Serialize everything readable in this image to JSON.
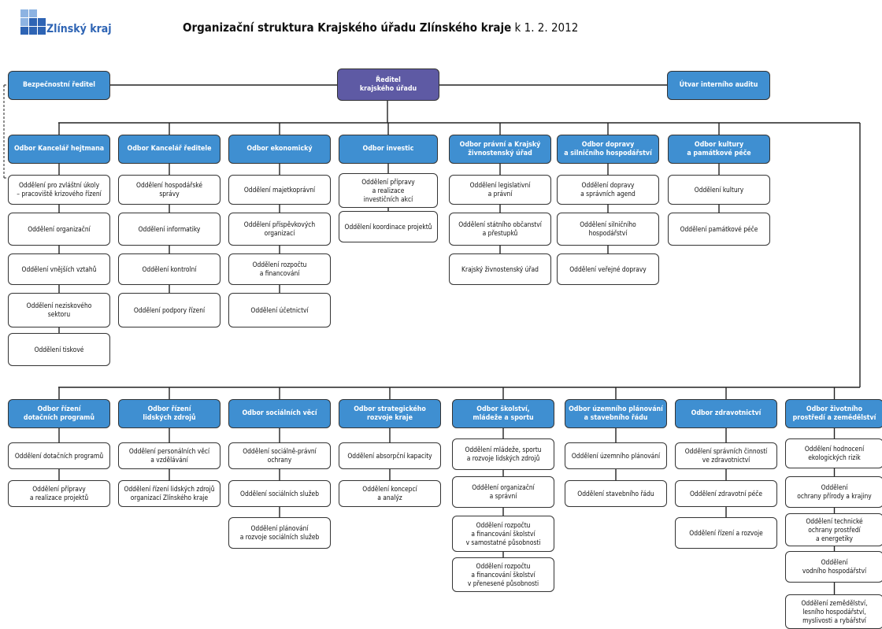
{
  "header": {
    "logo_text": "Zlínský kraj",
    "title_bold": "Organizační struktura Krajského úřadu Zlínského kraje",
    "title_rest": " k 1. 2. 2012"
  },
  "colors": {
    "director": "#5e5aa4",
    "department_header": "#3f8fd1",
    "logo_blue": "#2e64b4",
    "logo_light": "#8db3e2",
    "line": "#222222"
  },
  "top": {
    "director": "Ředitel\nkrajského úřadu",
    "security_director": "Bezpečnostní ředitel",
    "internal_audit": "Útvar interního auditu"
  },
  "row1": [
    {
      "name": "Odbor Kancelář hejtmana",
      "units": [
        "Oddělení pro zvláštní úkoly\n– pracoviště krizového řízení",
        "Oddělení organizační",
        "Oddělení vnějších vztahů",
        "Oddělení neziskového\nsektoru",
        "Oddělení tiskové"
      ]
    },
    {
      "name": "Odbor Kancelář ředitele",
      "units": [
        "Oddělení hospodářské\nsprávy",
        "Oddělení informatiky",
        "Oddělení kontrolní",
        "Oddělení podpory řízení"
      ]
    },
    {
      "name": "Odbor ekonomický",
      "units": [
        "Oddělení majetkoprávní",
        "Oddělení příspěvkových\norganizací",
        "Oddělení rozpočtu\na financování",
        "Oddělení účetnictví"
      ]
    },
    {
      "name": "Odbor investic",
      "units": [
        "Oddělení přípravy\na realizace\ninvestičních akcí",
        "Oddělení koordinace projektů"
      ]
    },
    {
      "name": "Odbor právní a Krajský\nživnostenský úřad",
      "units": [
        "Oddělení legislativní\na právní",
        "Oddělení státního občanství\na přestupků",
        "Krajský živnostenský úřad"
      ]
    },
    {
      "name": "Odbor dopravy\na silničního hospodářství",
      "units": [
        "Oddělení dopravy\na správních agend",
        "Oddělení silničního\nhospodářství",
        "Oddělení veřejné dopravy"
      ]
    },
    {
      "name": "Odbor kultury\na památkové péče",
      "units": [
        "Oddělení kultury",
        "Oddělení památkové péče"
      ]
    }
  ],
  "row2": [
    {
      "name": "Odbor řízení\ndotačních programů",
      "units": [
        "Oddělení dotačních programů",
        "Oddělení přípravy\na realizace projektů"
      ]
    },
    {
      "name": "Odbor řízení\nlidských zdrojů",
      "units": [
        "Oddělení personálních věcí\na vzdělávání",
        "Oddělení řízení lidských zdrojů\norganizací Zlínského kraje"
      ]
    },
    {
      "name": "Odbor sociálních věcí",
      "units": [
        "Oddělení sociálně-právní\nochrany",
        "Oddělení sociálních služeb",
        "Oddělení plánování\na rozvoje sociálních služeb"
      ]
    },
    {
      "name": "Odbor strategického\nrozvoje kraje",
      "units": [
        "Oddělení absorpční kapacity",
        "Oddělení koncepcí\na analýz"
      ]
    },
    {
      "name": "Odbor školství,\nmládeže a sportu",
      "units": [
        "Oddělení mládeže, sportu\na rozvoje lidských zdrojů",
        "Oddělení organizační\na správní",
        "Oddělení rozpočtu\na financování školství\nv samostatné působnosti",
        "Oddělení rozpočtu\na financování školství\nv přenesené působnosti"
      ]
    },
    {
      "name": "Odbor územního plánování\na stavebního řádu",
      "units": [
        "Oddělení územního plánování",
        "Oddělení stavebního řádu"
      ]
    },
    {
      "name": "Odbor zdravotnictví",
      "units": [
        "Oddělení správních činností\nve zdravotnictví",
        "Oddělení zdravotní péče",
        "Oddělení řízení a rozvoje"
      ]
    },
    {
      "name": "Odbor životního\nprostředí a zemědělství",
      "units": [
        "Oddělení hodnocení\nekologických rizik",
        "Oddělení\nochrany přírody a krajiny",
        "Oddělení technické\nochrany prostředí\na energetiky",
        "Oddělení\nvodního hospodářství",
        "Oddělení zemědělství,\nlesního hospodářství,\nmyslivosti a rybářství"
      ]
    }
  ]
}
